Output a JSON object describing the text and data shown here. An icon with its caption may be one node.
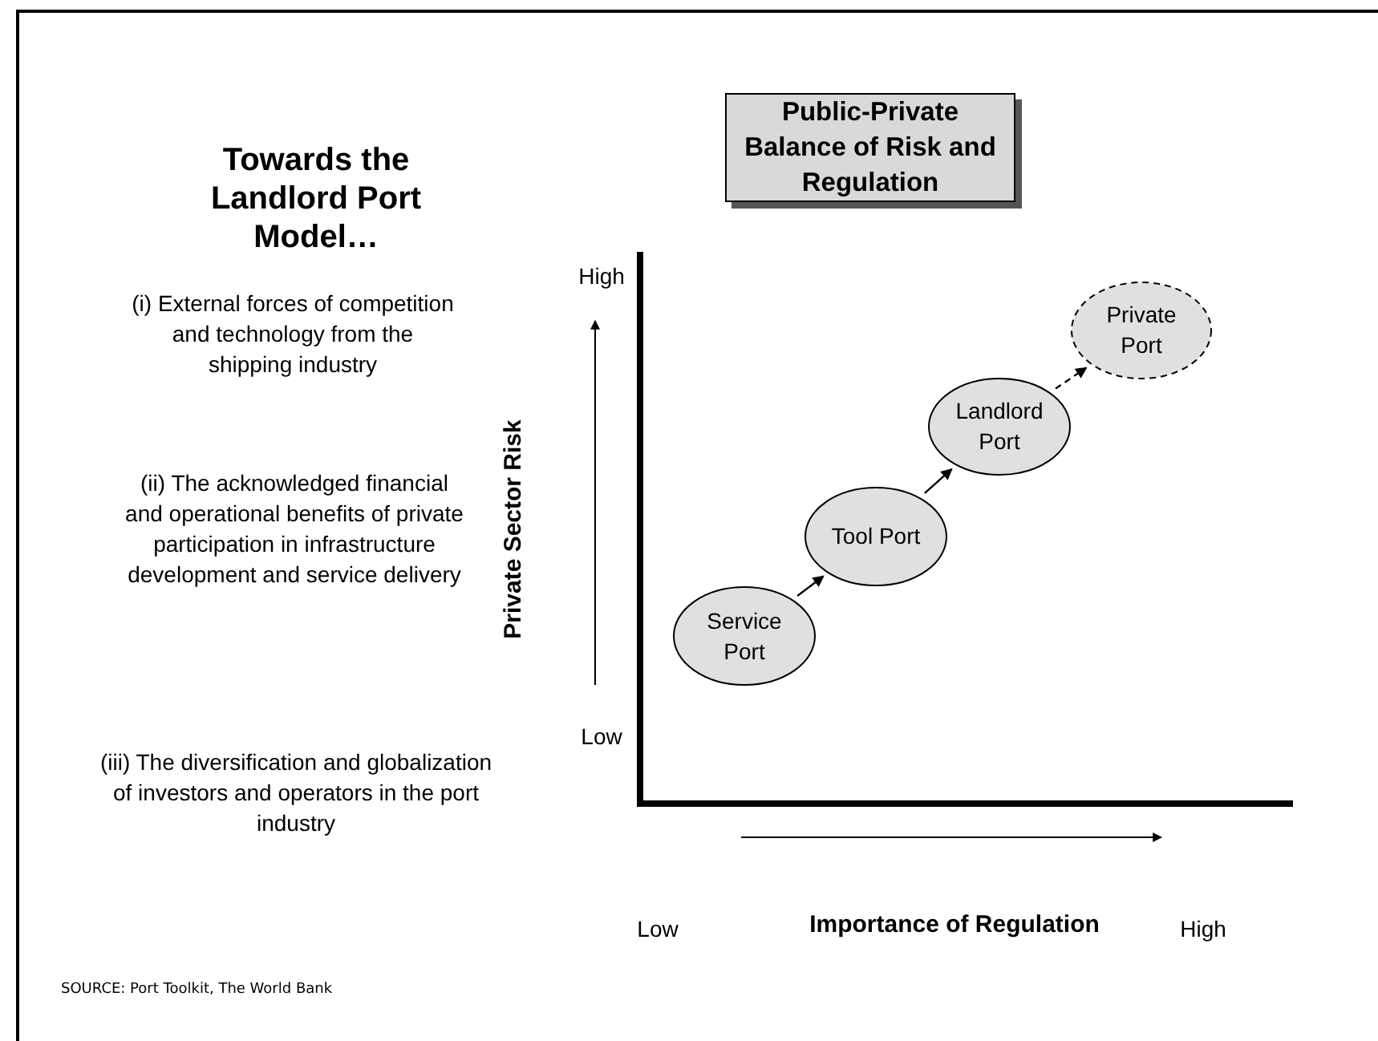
{
  "diagram": {
    "nodes": [
      {
        "text": [
          "Public-Private Balance of Risk and Regulation"
        ]
      },
      {
        "text": [
          "Service Port"
        ]
      },
      {
        "text": [
          "Tool Port"
        ]
      },
      {
        "text": [
          "Landlord Port"
        ]
      },
      {
        "text": [
          "Private Port"
        ]
      }
    ],
    "edges": [
      {
        "from": 1,
        "to": 2,
        "arrow": "to"
      },
      {
        "from": 2,
        "to": 3,
        "arrow": "to"
      },
      {
        "from": 3,
        "to": 4,
        "arrow": "to",
        "style": "dashed"
      }
    ],
    "labels": [
      "Towards the Landlord Port Model…",
      "(i) External forces of competition and technology from the shipping industry",
      "(ii) The acknowledged financial and operational benefits of private participation in infrastructure development and service delivery",
      "(iii) The diversification and globalization of investors and operators in the port industry",
      "High",
      "Private Sector Risk",
      "Low",
      "Low",
      "Importance of Regulation",
      "High",
      "SOURCE: Port Toolkit, The World Bank"
    ]
  }
}
